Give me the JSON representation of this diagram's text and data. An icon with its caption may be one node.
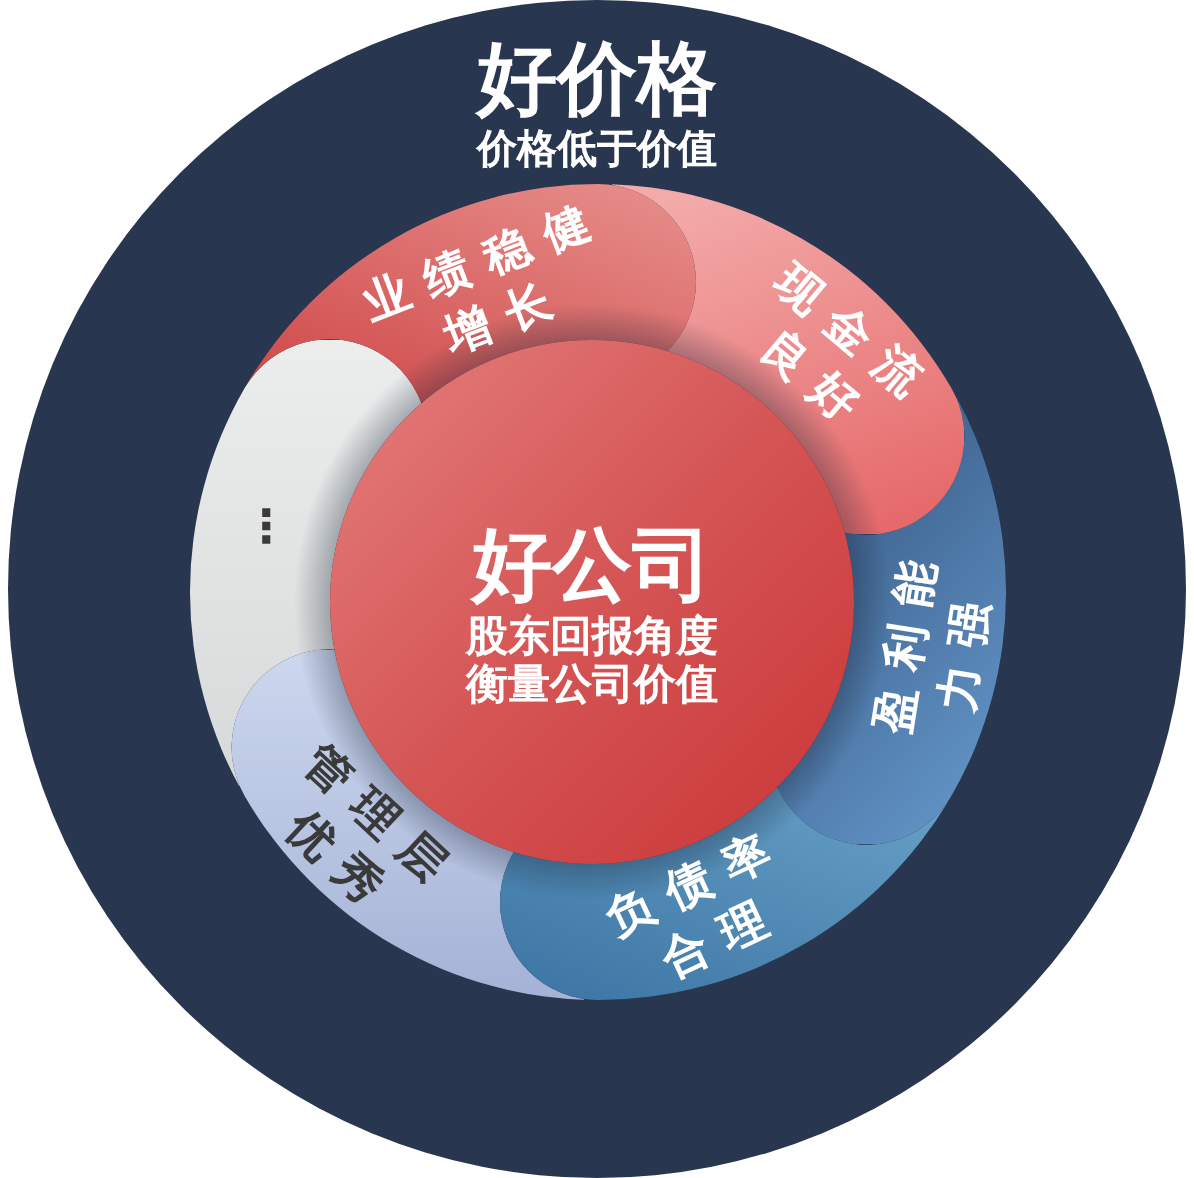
{
  "diagram": {
    "nodes": [
      {
        "text": [
          "好价格",
          "价格低于价值"
        ]
      },
      {
        "text": [
          "好公司",
          "股东回报角度衡量公司价值"
        ],
        "in": 0
      },
      {
        "text": [
          "业绩稳健增长"
        ],
        "in": 0
      },
      {
        "text": [
          "现金流良好"
        ],
        "in": 0
      },
      {
        "text": [
          "盈利能力强"
        ],
        "in": 0
      },
      {
        "text": [
          "负债率合理"
        ],
        "in": 0
      },
      {
        "text": [
          "管理层优秀"
        ],
        "in": 0
      },
      {
        "text": [
          "⋮"
        ],
        "in": 0
      }
    ]
  }
}
